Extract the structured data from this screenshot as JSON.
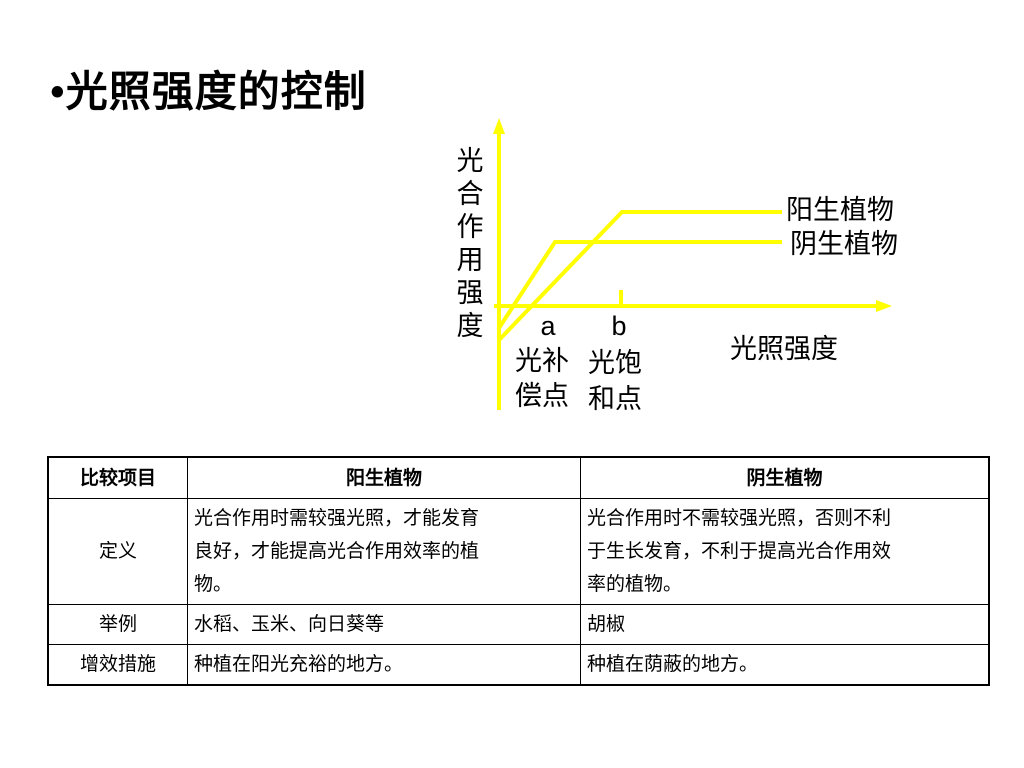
{
  "slide": {
    "bullet": "•",
    "title": "光照强度的控制"
  },
  "diagram": {
    "y_axis_label": [
      "光",
      "合",
      "作",
      "用",
      "强",
      "度"
    ],
    "x_axis_label": "光照强度",
    "series": [
      {
        "name": "阳生植物",
        "color": "#ffff00"
      },
      {
        "name": "阴生植物",
        "color": "#ffff00"
      }
    ],
    "markers": [
      {
        "letter": "a",
        "label_lines": [
          "光补",
          "偿点"
        ]
      },
      {
        "letter": "b",
        "label_lines": [
          "光饱",
          "和点"
        ]
      }
    ],
    "colors": {
      "axis": "#ffff00",
      "text": "#000000"
    }
  },
  "table": {
    "headers": [
      "比较项目",
      "阳生植物",
      "阴生植物"
    ],
    "rows": [
      {
        "item": "定义",
        "sun_lines": [
          "光合作用时需较强光照，才能发育",
          "良好，才能提高光合作用效率的植",
          "物。"
        ],
        "shade_lines": [
          "光合作用时不需较强光照，否则不利",
          "于生长发育，不利于提高光合作用效",
          "率的植物。"
        ]
      },
      {
        "item": "举例",
        "sun_lines": [
          "水稻、玉米、向日葵等"
        ],
        "shade_lines": [
          "胡椒"
        ]
      },
      {
        "item": "增效措施",
        "sun_lines": [
          "种植在阳光充裕的地方。"
        ],
        "shade_lines": [
          "种植在荫蔽的地方。"
        ]
      }
    ]
  }
}
